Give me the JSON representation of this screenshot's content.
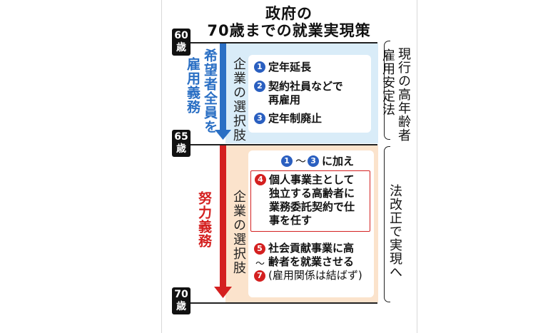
{
  "title": {
    "line1": "政府の",
    "line2": "70歳までの就業実現策"
  },
  "ages": [
    {
      "num": "60",
      "unit": "歳"
    },
    {
      "num": "65",
      "unit": "歳"
    },
    {
      "num": "70",
      "unit": "歳"
    }
  ],
  "stage1": {
    "axis_label": "希望者全員を雇用義務",
    "axis_line1": "希望者全員を",
    "axis_line2": "雇用義務",
    "choice_label": "企業の選択肢",
    "items": [
      {
        "num": "1",
        "lines": [
          "定年延長"
        ]
      },
      {
        "num": "2",
        "lines": [
          "契約社員などで",
          "再雇用"
        ]
      },
      {
        "num": "3",
        "lines": [
          "定年制廃止"
        ]
      }
    ],
    "side_label": "現行の高年齢者雇用安定法",
    "side_line1": "現行の高年齢者",
    "side_line2": "雇用安定法"
  },
  "stage2": {
    "axis_label": "努力義務",
    "choice_label": "企業の選択肢",
    "intro": {
      "from": "1",
      "tilde": "〜",
      "to": "3",
      "text": "に加え"
    },
    "item4": {
      "num": "4",
      "lines": [
        "個人事業主として",
        "独立する高齢者に",
        "業務委託契約で仕",
        "事を任す"
      ]
    },
    "item57": {
      "from": "5",
      "tilde": "〜",
      "to": "7",
      "lines": [
        "社会貢献事業に高",
        "齢者を就業させる",
        "(雇用関係は結ばず)"
      ]
    },
    "side_label": "法改正で実現へ"
  },
  "colors": {
    "blue": "#2a6fc4",
    "red": "#d42020",
    "blue_zone": "#d9ecf8",
    "orange_zone": "#fbe3cc"
  }
}
